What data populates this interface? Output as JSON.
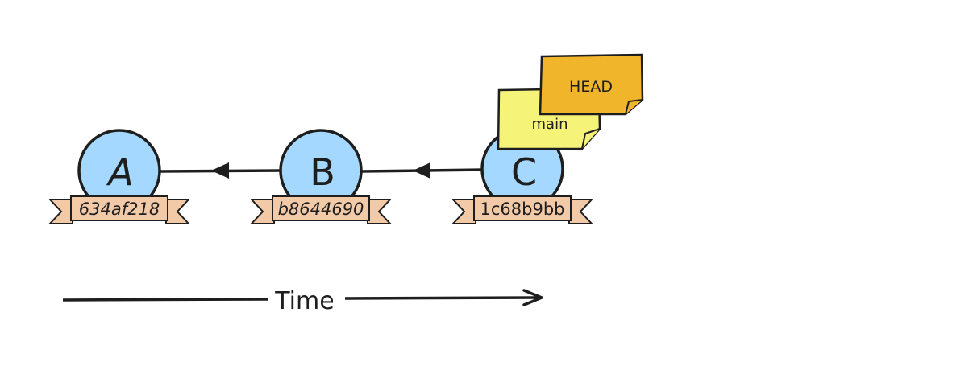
{
  "commits": [
    {
      "letter": "A",
      "hash": "634af218"
    },
    {
      "letter": "B",
      "hash": "b8644690"
    },
    {
      "letter": "C",
      "hash": "1c68b9bb"
    }
  ],
  "refs": {
    "branch": "main",
    "head": "HEAD"
  },
  "time_label": "Time",
  "colors": {
    "commit": "#a5d8ff",
    "ribbon": "#f2caa8",
    "branch_note": "#f5f479",
    "head_note": "#f0b52b",
    "stroke": "#1e1e1e"
  }
}
